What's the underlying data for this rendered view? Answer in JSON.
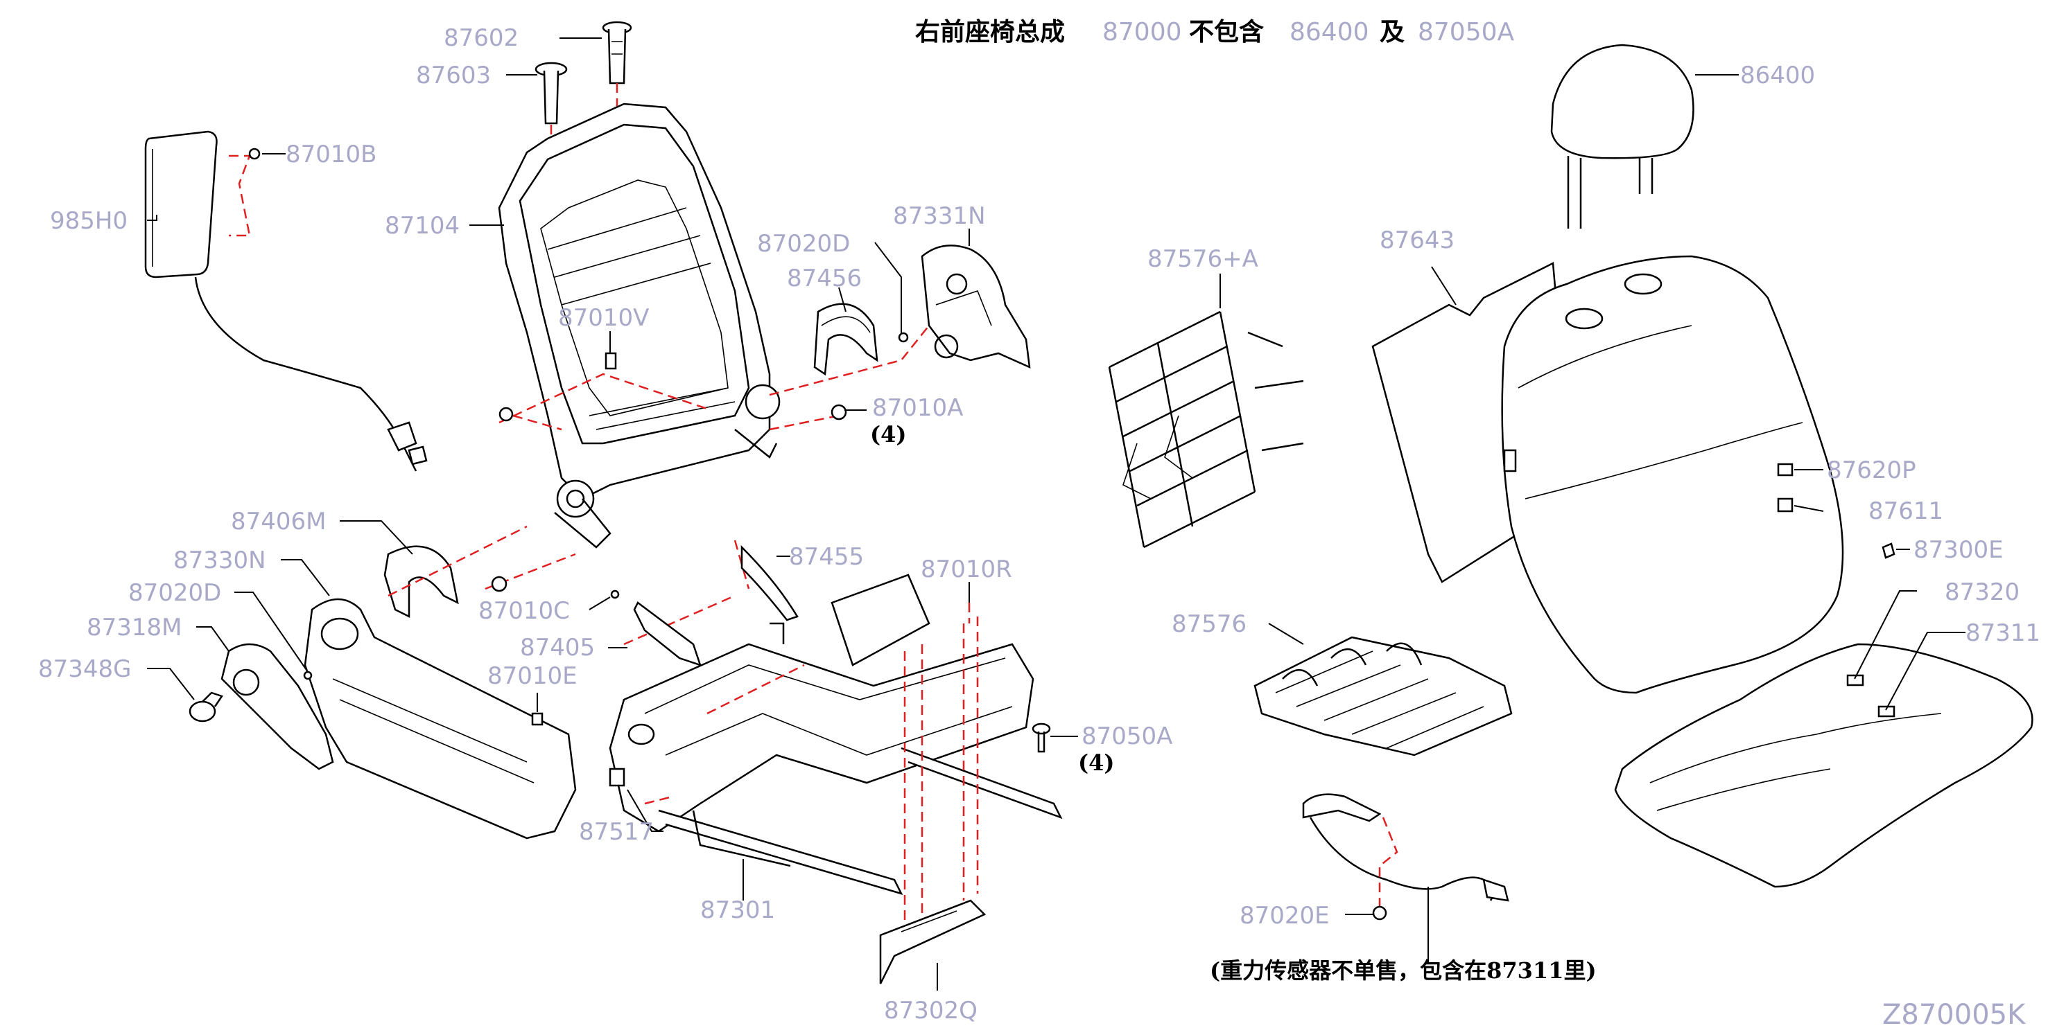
{
  "title": {
    "part1": "右前座椅总成",
    "num1": "87000",
    "part2": "不包含",
    "num2": "86400",
    "part3": "及",
    "num3": "87050A"
  },
  "labels": {
    "p87602": "87602",
    "p87603": "87603",
    "p87010B": "87010B",
    "p985H0": "985H0",
    "p87104": "87104",
    "p87010V": "87010V",
    "p87331N": "87331N",
    "p87020D_top": "87020D",
    "p87456": "87456",
    "p87010A": "87010A",
    "p87406M": "87406M",
    "p87330N": "87330N",
    "p87020D_left": "87020D",
    "p87318M": "87318M",
    "p87348G": "87348G",
    "p87010C": "87010C",
    "p87405": "87405",
    "p87010E": "87010E",
    "p87455": "87455",
    "p87010R": "87010R",
    "p87050A": "87050A",
    "p87517": "87517",
    "p87301": "87301",
    "p87302Q": "87302Q",
    "p87576A": "87576+A",
    "p87643": "87643",
    "p86400": "86400",
    "p87620P": "87620P",
    "p87611": "87611",
    "p87300E": "87300E",
    "p87320": "87320",
    "p87311": "87311",
    "p87576": "87576",
    "p87020E": "87020E"
  },
  "quantities": {
    "q87010A": "(4)",
    "q87050A": "(4)"
  },
  "note": "(重力传感器不单售，包含在87311里)",
  "diagram_code": "Z870005K"
}
